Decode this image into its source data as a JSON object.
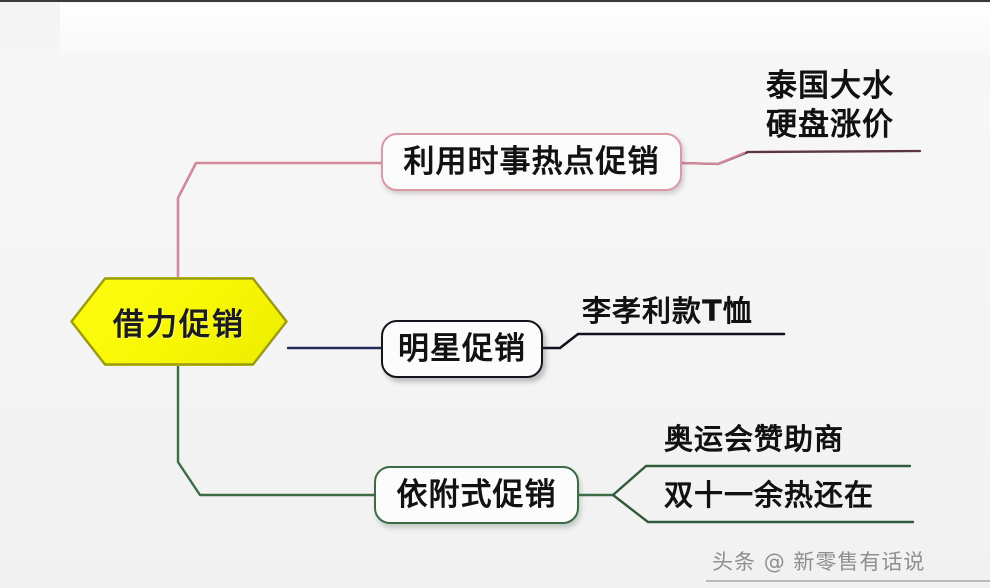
{
  "diagram": {
    "type": "mind-map",
    "center": {
      "label": "借力促销",
      "shape": "hexagon",
      "fill": "#f9f806",
      "text_color": "#1c1c1c"
    },
    "branches": [
      {
        "id": "hotspot",
        "label": "利用时事热点促销",
        "color": "#d89aa6",
        "shape": "rounded-rect",
        "leaves": [
          {
            "id": "thai",
            "line1": "泰国大水",
            "line2": "硬盘涨价",
            "underline_color": "#3a2730"
          }
        ]
      },
      {
        "id": "star",
        "label": "明星促销",
        "color": "#14141c",
        "shape": "rounded-rect",
        "leaves": [
          {
            "id": "tshirt",
            "line1": "李孝利款T恤",
            "underline_color": "#14141c"
          }
        ]
      },
      {
        "id": "attach",
        "label": "依附式促销",
        "color": "#3c6b46",
        "shape": "rounded-rect",
        "leaves": [
          {
            "id": "olympic",
            "line1": "奥运会赞助商",
            "underline_color": "#3c6b46"
          },
          {
            "id": "double11",
            "line1": "双十一余热还在",
            "underline_color": "#3c6b46"
          }
        ]
      }
    ]
  },
  "watermark": {
    "platform": "头条",
    "at_symbol": "@",
    "account": "新零售有话说"
  }
}
